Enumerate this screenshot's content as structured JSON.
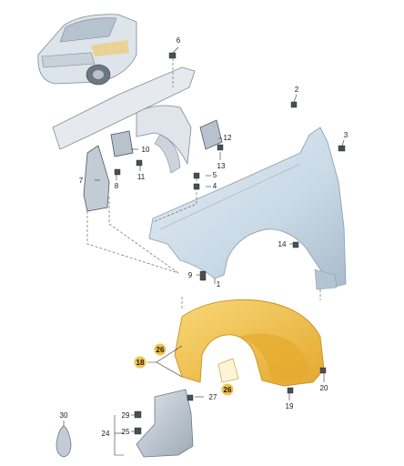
{
  "labels": [
    {
      "id": "1",
      "text": "1"
    },
    {
      "id": "2",
      "text": "2"
    },
    {
      "id": "3",
      "text": "3"
    },
    {
      "id": "4",
      "text": "4"
    },
    {
      "id": "5",
      "text": "5"
    },
    {
      "id": "6",
      "text": "6"
    },
    {
      "id": "7",
      "text": "7"
    },
    {
      "id": "8",
      "text": "8"
    },
    {
      "id": "9",
      "text": "9"
    },
    {
      "id": "10",
      "text": "10"
    },
    {
      "id": "11",
      "text": "11"
    },
    {
      "id": "12",
      "text": "12"
    },
    {
      "id": "13",
      "text": "13"
    },
    {
      "id": "14",
      "text": "14"
    },
    {
      "id": "18",
      "text": "18"
    },
    {
      "id": "19",
      "text": "19"
    },
    {
      "id": "20",
      "text": "20"
    },
    {
      "id": "24",
      "text": "24"
    },
    {
      "id": "25",
      "text": "25"
    },
    {
      "id": "26a",
      "text": "26"
    },
    {
      "id": "26b",
      "text": "26"
    },
    {
      "id": "27",
      "text": "27"
    },
    {
      "id": "29",
      "text": "29"
    },
    {
      "id": "30",
      "text": "30"
    }
  ],
  "colors": {
    "fender": "#c9d9e6",
    "fender_edge": "#8ea3b4",
    "liner": "#f2c24a",
    "liner_edge": "#c8921c",
    "highlight_badge": "#f2c24a",
    "guard": "#c4ccd4",
    "bracket": "#b8c2cc",
    "car": "#dde4ea"
  }
}
